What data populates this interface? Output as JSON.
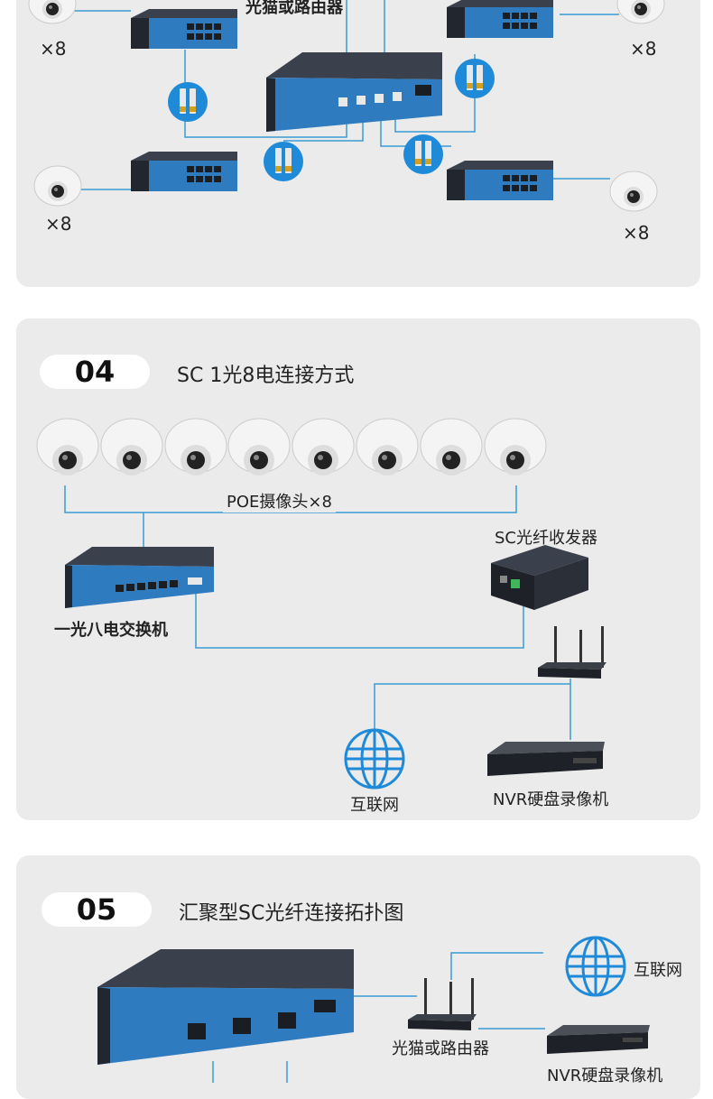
{
  "section3": {
    "router_label_partial": "光猫或路由器",
    "counts": [
      "×8",
      "×8",
      "×8",
      "×8"
    ]
  },
  "section4": {
    "number": "04",
    "title": "SC 1光8电连接方式",
    "cameras_label": "POE摄像头×8",
    "transceiver_label": "SC光纤收发器",
    "switch_label": "一光八电交换机",
    "internet_label": "互联网",
    "nvr_label": "NVR硬盘录像机"
  },
  "section5": {
    "number": "05",
    "title": "汇聚型SC光纤连接拓扑图",
    "internet_label": "互联网",
    "router_label": "光猫或路由器",
    "nvr_label": "NVR硬盘录像机"
  },
  "colors": {
    "card": "#ebebeb",
    "line": "#3b9bd1",
    "switch_body": "#2a2f3a",
    "switch_blue": "#2e7bc0",
    "globe": "#1f8ad8"
  }
}
